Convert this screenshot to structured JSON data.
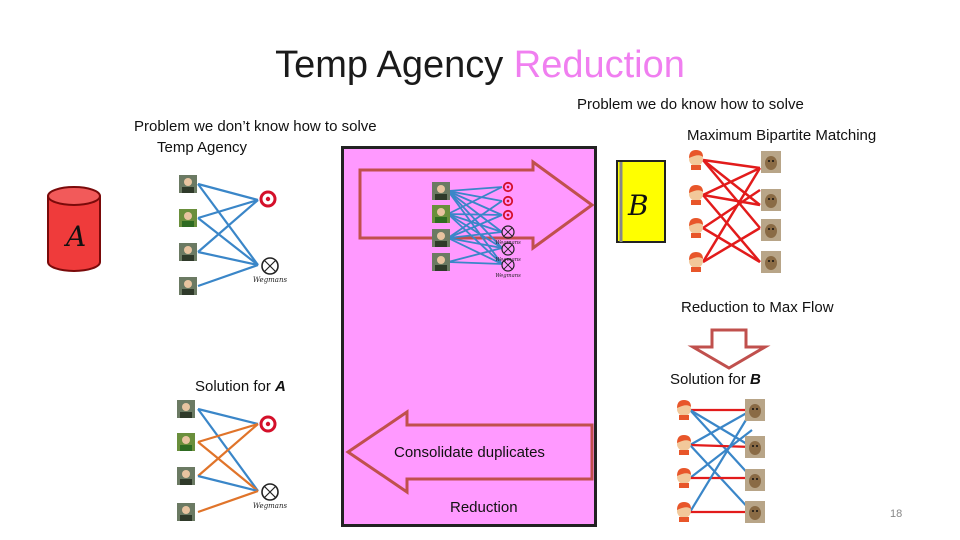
{
  "slide": {
    "title_main": "Temp Agency ",
    "title_accent": "Reduction",
    "accent_color": "#f07ff0",
    "page_number": "18"
  },
  "left": {
    "heading": "Problem we don’t know how to solve",
    "problem_name": "Temp Agency",
    "problem_symbol": "A",
    "solution_label": "Solution for ",
    "solution_symbol": "A"
  },
  "right": {
    "heading": "Problem we do know how to solve",
    "problem_name": "Maximum Bipartite Matching",
    "problem_symbol": "B",
    "reduction_label": "Reduction to Max Flow",
    "solution_label": "Solution for ",
    "solution_symbol": "B"
  },
  "center": {
    "box_label": "Reduction",
    "consolidate_label": "Consolidate duplicates",
    "box_color": "#ff99ff"
  },
  "icons": {
    "employer_logos": [
      "target-logo-icon",
      "wegmans-logo-icon"
    ],
    "worker_icons": [
      "person-photo-icon",
      "person-cartoon-icon",
      "dog-photo-icon"
    ]
  }
}
